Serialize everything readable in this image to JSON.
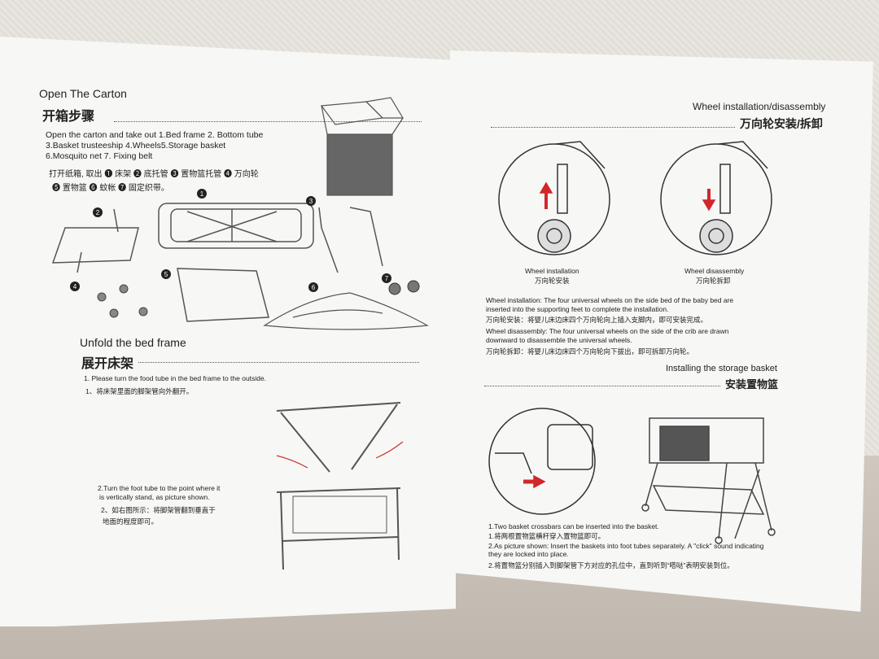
{
  "left_page": {
    "open_carton": {
      "title_en": "Open The Carton",
      "title_cn": "开箱步骤",
      "line1": "Open the carton and take out 1.Bed frame 2. Bottom tube",
      "line2": "3.Basket trusteeship 4.Wheels5.Storage basket",
      "line3": "6.Mosquito net  7. Fixing belt",
      "cn_line1": "打开纸箱, 取出 ❶ 床架 ❷ 底托管 ❸ 置物篮托管 ❹ 万向轮",
      "cn_line2": "❺ 置物篮 ❻ 蚊帐 ❼ 固定织带。"
    },
    "part_numbers": [
      "1",
      "2",
      "3",
      "4",
      "5",
      "6",
      "7"
    ],
    "unfold": {
      "title_en": "Unfold the bed frame",
      "title_cn": "展开床架",
      "step1_en": "1. Please turn the food tube in the bed frame to the outside.",
      "step1_cn": "1、将床架里面的脚架管向外翻开。",
      "step2_en_1": "2.Turn the foot tube to the point where it",
      "step2_en_2": "is vertically stand, as picture shown.",
      "step2_cn_1": "2、如右图所示：将脚架管翻到垂直于",
      "step2_cn_2": "地面的程度即可。"
    }
  },
  "right_page": {
    "wheel": {
      "title_en": "Wheel installation/disassembly",
      "title_cn": "万向轮安装/拆卸",
      "install_caption_en": "Wheel installation",
      "install_caption_cn": "万向轮安装",
      "disassembly_caption_en": "Wheel disassembly",
      "disassembly_caption_cn": "万向轮拆卸",
      "install_text_1": "Wheel installation: The four universal wheels on the side bed of the baby bed are",
      "install_text_2": "inserted into the supporting feet to complete the installation.",
      "install_text_cn": "万向轮安装：将婴儿床边床四个万向轮向上插入支脚内，即可安装完成。",
      "dis_text_1": "Wheel disassembly: The four universal wheels on the side of the crib are drawn",
      "dis_text_2": "downward to disassemble the universal wheels.",
      "dis_text_cn": "万向轮拆卸：将婴儿床边床四个万向轮向下拔出，即可拆卸万向轮。"
    },
    "basket": {
      "title_en": "Installing the storage basket",
      "title_cn": "安装置物篮",
      "step1_en": "1.Two basket crossbars can be inserted into the basket.",
      "step1_cn": "1.将两根置物篮横杆穿入置物篮即可。",
      "step2_en_1": "2.As picture shown: Insert the baskets into foot tubes separately. A \"click\" sound indicating",
      "step2_en_2": "they are locked into place.",
      "step2_cn": "2.将置物篮分别插入到脚架管下方对应的孔位中，直到听到“嗒哒”表明安装到位。"
    }
  },
  "colors": {
    "arrow_red": "#d2262a",
    "line": "#555555",
    "badge": "#222222"
  }
}
